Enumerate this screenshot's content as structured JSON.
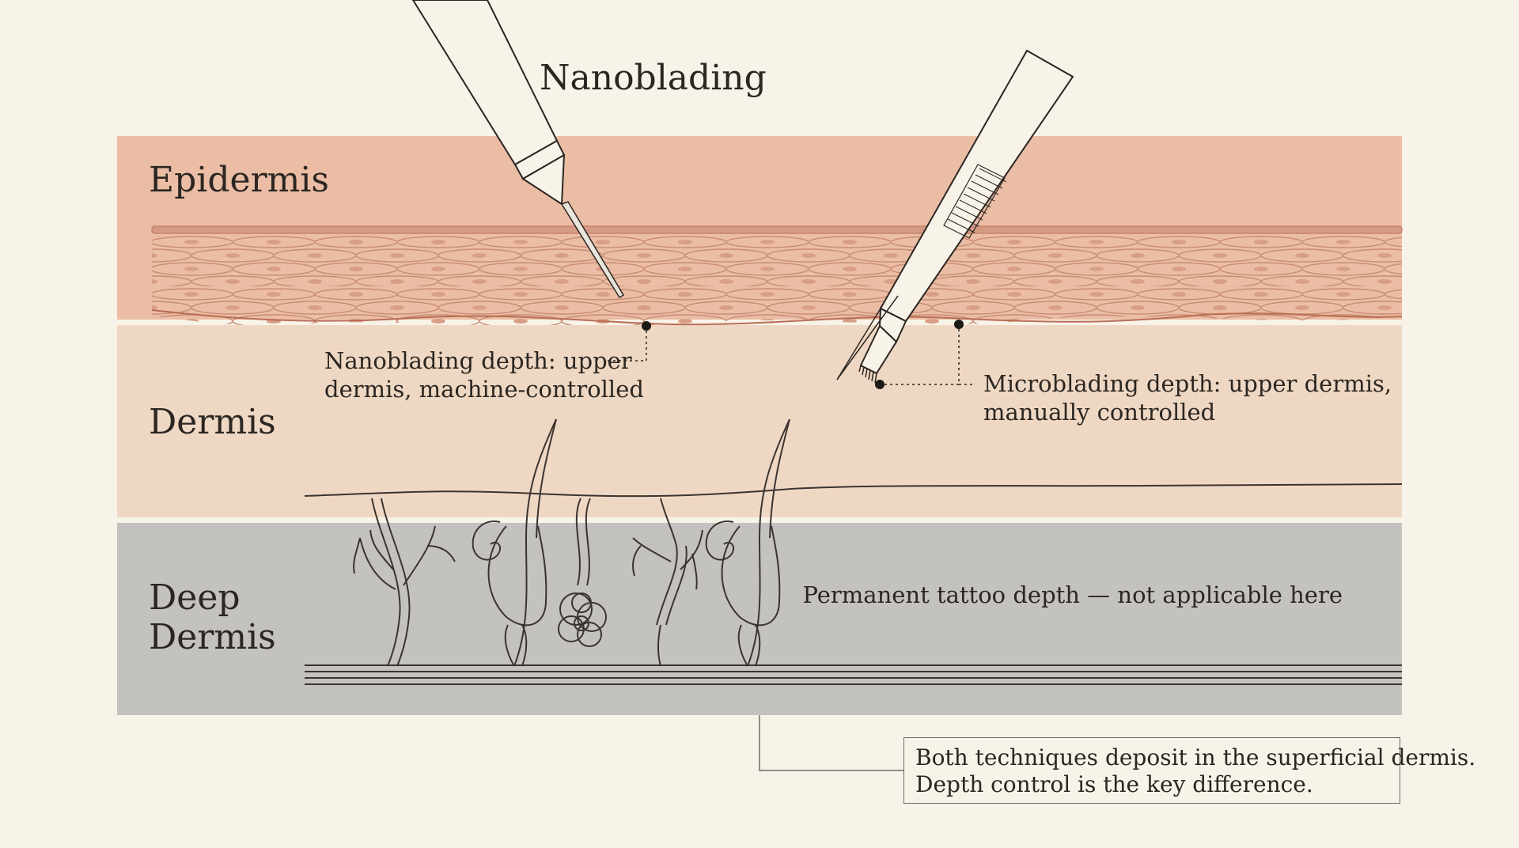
{
  "title": "Nanoblading",
  "layers": {
    "epidermis": "Epidermis",
    "dermis": "Dermis",
    "deep_dermis_line1": "Deep",
    "deep_dermis_line2": "Dermis"
  },
  "callouts": {
    "nano_line1": "Nanoblading depth: upper",
    "nano_line2": "dermis, machine-controlled",
    "micro_line1": "Microblading depth: upper dermis,",
    "micro_line2": "manually controlled",
    "tattoo": "Permanent tattoo depth — not applicable here"
  },
  "summary": {
    "line1": "Both techniques deposit in the superficial dermis.",
    "line2": "Depth control is the key difference."
  },
  "colors": {
    "background": "#f8f3e8",
    "epidermis": "#ebbda5",
    "dermis": "#efd8c3",
    "deep_dermis": "#c4c2bf",
    "outline": "#2b2622",
    "cell_line": "#c98c74"
  }
}
